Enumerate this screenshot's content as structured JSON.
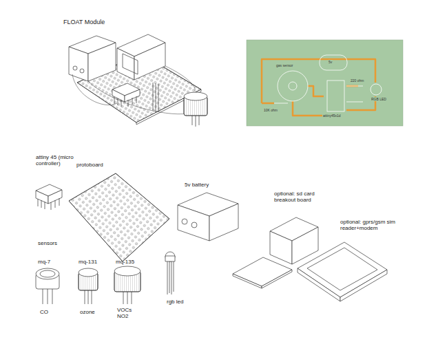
{
  "diagram": {
    "title": "FLOAT Module",
    "nodes": [
      {
        "text": [
          "gas sensor",
          "5v",
          "attiny45x1d",
          "220 ohm",
          "RGB LED",
          "10K ohm"
        ]
      }
    ],
    "labels": [
      "attiny 45 (micro controller)",
      "protoboard",
      "5v battery",
      "sensors",
      "mq-7",
      "mq-131",
      "mq-135",
      "CO",
      "ozone",
      "VOCs NO2",
      "rgb led",
      "optional: sd card breakout board",
      "optional: gprs/gsm sim reader+modem"
    ]
  }
}
